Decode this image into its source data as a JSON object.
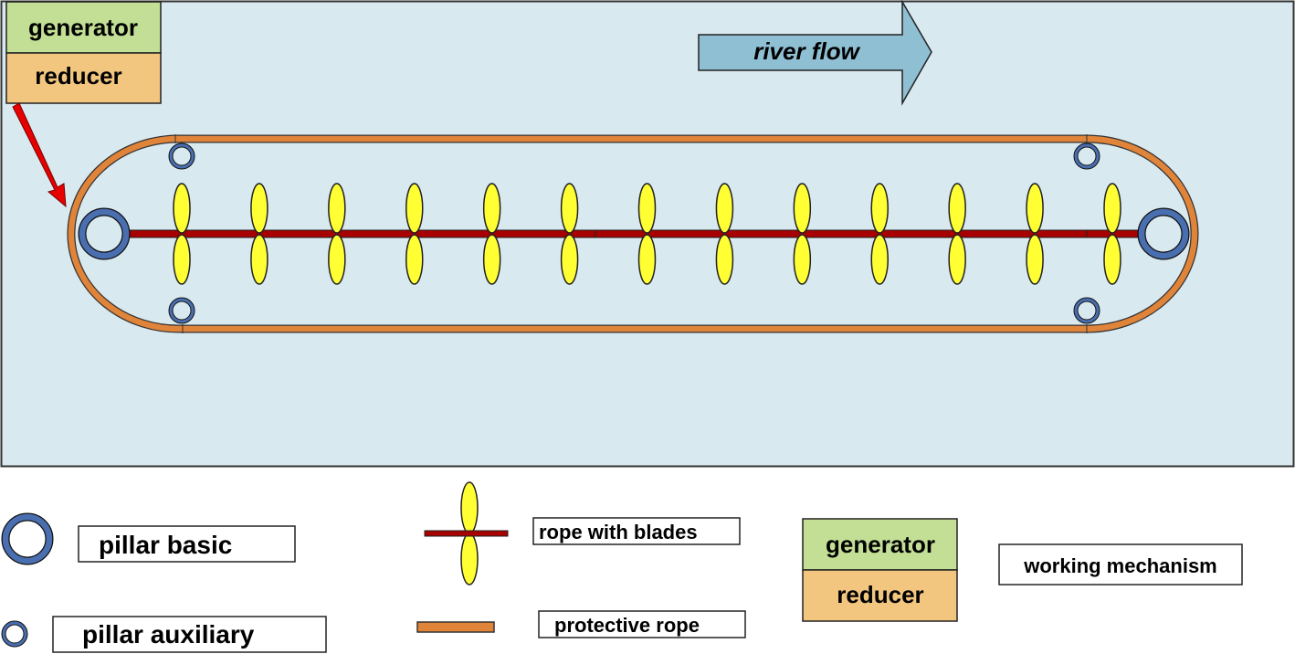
{
  "diagram": {
    "title_box": {
      "generator": "generator",
      "reducer": "reducer"
    },
    "river_flow_label": "river flow",
    "blade_count": 13,
    "colors": {
      "water": "#d9e9f0",
      "river_arrow": "#8fbfd3",
      "protective_rope": "#e0843a",
      "rope_with_blades": "#a80000",
      "blade": "#ffff33",
      "pillar": "#4a6fb0",
      "generator": "#c2df95",
      "reducer": "#f3c680",
      "pointer_arrow": "#e60000"
    }
  },
  "legend": {
    "pillar_basic": "pillar basic",
    "pillar_auxiliary": "pillar auxiliary",
    "rope_with_blades": "rope with blades",
    "protective_rope": "protective rope",
    "generator": "generator",
    "reducer": "reducer",
    "working_mechanism": "working mechanism"
  }
}
